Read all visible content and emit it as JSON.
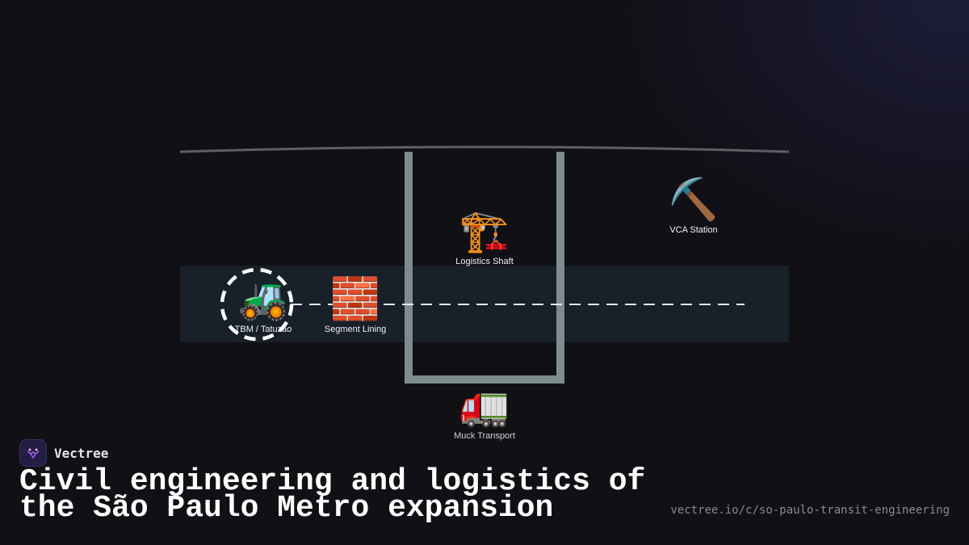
{
  "diagram": {
    "nodes": {
      "tbm": {
        "icon": "tractor-icon",
        "glyph": "🚜",
        "label": "TBM / Tatuzão"
      },
      "segment": {
        "icon": "brick-icon",
        "glyph": "🧱",
        "label": "Segment Lining"
      },
      "shaft": {
        "icon": "crane-icon",
        "glyph": "🏗️",
        "label": "Logistics Shaft"
      },
      "vca": {
        "icon": "pick-icon",
        "glyph": "⛏️",
        "label": "VCA Station"
      },
      "muck": {
        "icon": "truck-icon",
        "glyph": "🚛",
        "label": "Muck Transport"
      }
    },
    "colors": {
      "surface_line": "#5d6063",
      "shaft_wall": "#7f8c8d",
      "tunnel_band": "#182029",
      "dash": "#e8e8e8",
      "tbm_ring": "#ffffff"
    }
  },
  "footer": {
    "brand": "Vectree",
    "brand_icon": "vectree-logo-icon",
    "title": "Civil engineering and logistics of the São Paulo Metro expansion",
    "url": "vectree.io/c/so-paulo-transit-engineering"
  }
}
